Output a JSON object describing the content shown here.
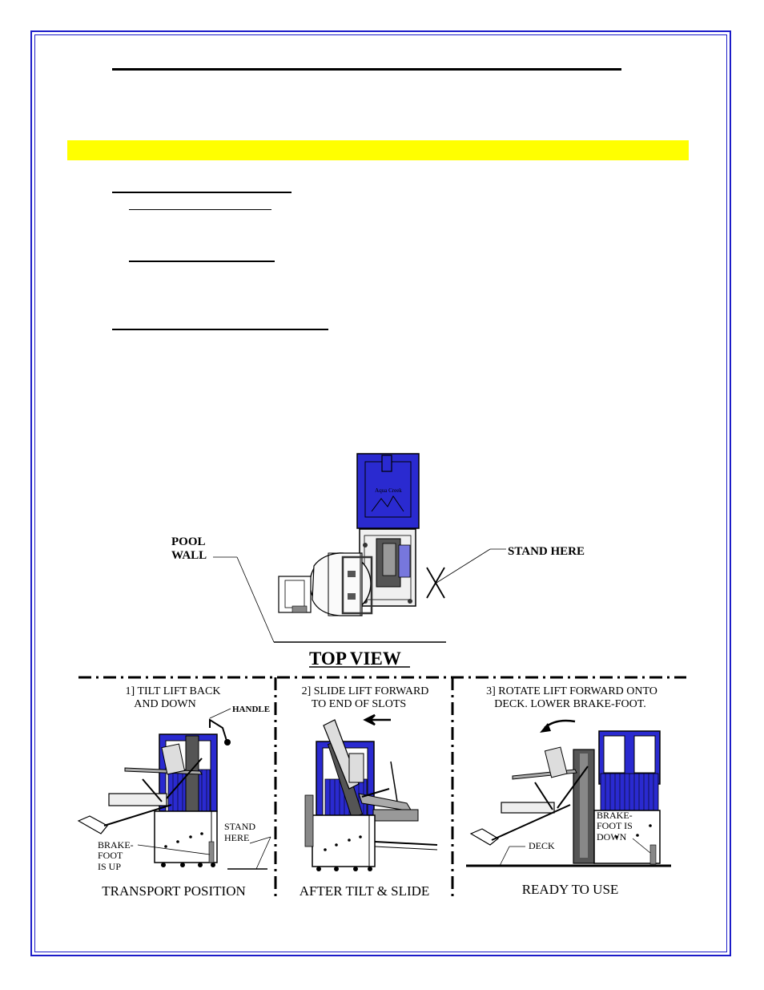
{
  "callouts": {
    "pool_wall_1": "POOL",
    "pool_wall_2": "WALL",
    "stand_here": "STAND HERE",
    "top_view": "TOP VIEW",
    "handle": "HANDLE",
    "stand_here_1": "STAND",
    "stand_here_2": "HERE",
    "brake_up_1": "BRAKE-",
    "brake_up_2": "FOOT",
    "brake_up_3": "IS UP",
    "deck": "DECK",
    "brake_down_1": "BRAKE-",
    "brake_down_2": "FOOT IS",
    "brake_down_3": "DOWN",
    "logo": "Aqua Creek"
  },
  "steps": [
    {
      "line1": "1] TILT LIFT BACK",
      "line2": "AND DOWN",
      "caption": "TRANSPORT POSITION"
    },
    {
      "line1": "2] SLIDE LIFT FORWARD",
      "line2": "TO END OF SLOTS",
      "caption": "AFTER TILT & SLIDE"
    },
    {
      "line1": "3] ROTATE LIFT FORWARD ONTO",
      "line2": "DECK. LOWER BRAKE-FOOT.",
      "caption": "READY TO USE"
    }
  ],
  "colors": {
    "border": "#1c1cc8",
    "highlight": "#ffff00",
    "lift_blue": "#2a2ad0"
  }
}
